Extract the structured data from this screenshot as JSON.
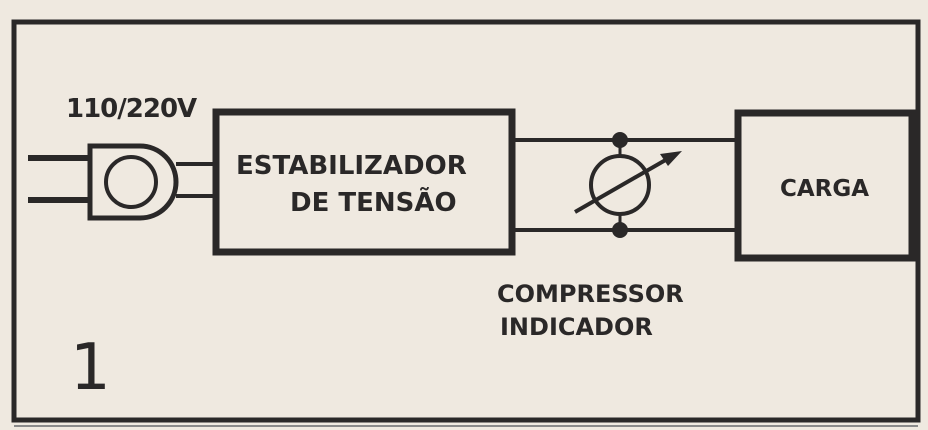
{
  "diagram": {
    "figure_number": "1",
    "voltage_label": "110/220V",
    "stabilizer": {
      "line1": "ESTABILIZADOR",
      "line2": "DE TENSÃO"
    },
    "load": {
      "label": "CARGA"
    },
    "meter": {
      "line1": "COMPRESSOR",
      "line2": "INDICADOR"
    }
  },
  "colors": {
    "ink": "#2a2828",
    "paper": "#efe9e0",
    "accent_line": "#8a8a8a"
  }
}
